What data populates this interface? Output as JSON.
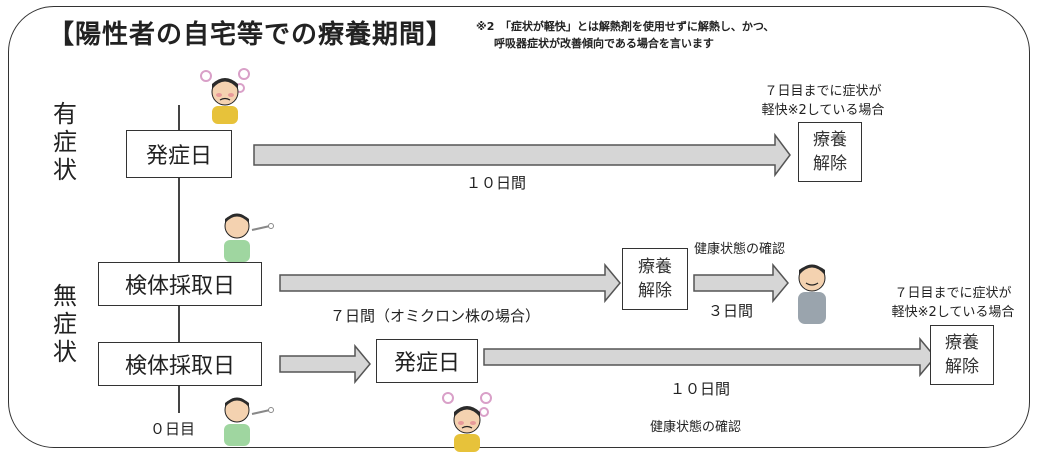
{
  "title": "【陽性者の自宅等での療養期間】",
  "note": {
    "line1": "※2　「症状が軽快」とは解熱剤を使用せずに解熱し、かつ、",
    "line2": "呼吸器症状が改善傾向である場合を言います"
  },
  "symptomatic": {
    "label_chars": [
      "有",
      "症",
      "状"
    ],
    "start_box": "発症日",
    "duration": "１０日間",
    "condition_line1": "７日目までに症状が",
    "condition_line2": "軽快※2している場合",
    "end_box_line1": "療養",
    "end_box_line2": "解除"
  },
  "asymptomatic": {
    "label_chars": [
      "無",
      "症",
      "状"
    ],
    "row1": {
      "start_box": "検体採取日",
      "duration": "７日間（オミクロン株の場合）",
      "end_box_line1": "療養",
      "end_box_line2": "解除",
      "health_check": "健康状態の確認",
      "after_duration": "３日間"
    },
    "row2": {
      "start_box": "検体採取日",
      "onset_box": "発症日",
      "duration": "１０日間",
      "health_check": "健康状態の確認",
      "condition_line1": "７日目までに症状が",
      "condition_line2": "軽快※2している場合",
      "end_box_line1": "療養",
      "end_box_line2": "解除",
      "day_zero": "０日目"
    }
  },
  "colors": {
    "arrow_fill": "#d6d6d6",
    "arrow_stroke": "#555555",
    "border": "#333333"
  },
  "icons": [
    "sick-person-icon",
    "swab-test-person-icon",
    "healthy-person-icon"
  ]
}
